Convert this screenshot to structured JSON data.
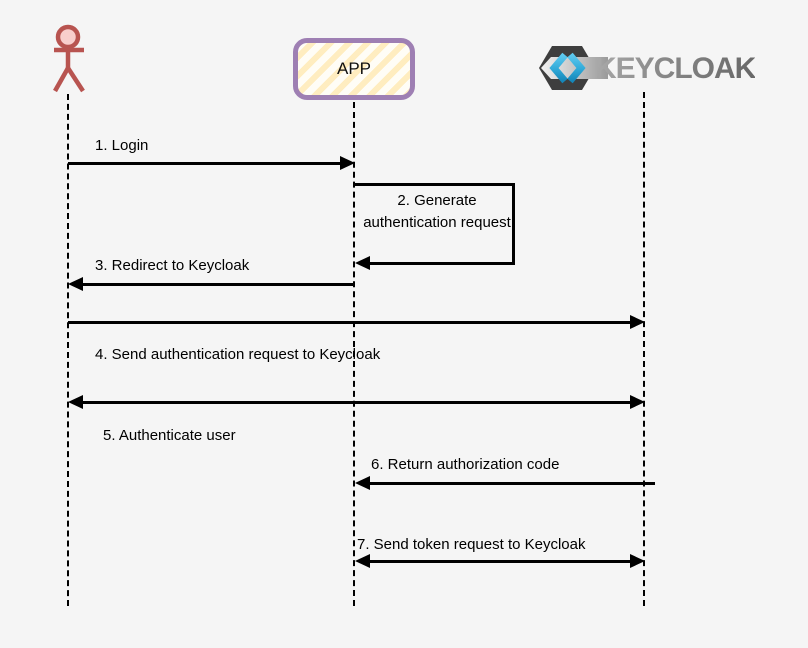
{
  "diagram": {
    "type": "sequence-diagram",
    "background_color": "#f5f5f5",
    "line_color": "#000000",
    "participants": {
      "user": {
        "icon": "stick-figure-actor-icon",
        "color": "#b85450",
        "head_fill": "#f8cecc"
      },
      "app": {
        "label": "APP",
        "border_color": "#9e7fb3",
        "fill_color": "#fffdf6",
        "stripe_color": "#ffedc0"
      },
      "keycloak": {
        "label": "KEYCLOAK",
        "icon": "keycloak-hexagon-icon",
        "hexagon_color": "#3e3e3e",
        "band_color": "#e9e9e9",
        "chevron_blue_light": "#5ec9ef",
        "chevron_blue_dark": "#1586b8",
        "text_color": "#7d7d7d"
      }
    },
    "messages": [
      {
        "num": 1,
        "label": "1. Login",
        "from": "user",
        "to": "app",
        "arrow": "right"
      },
      {
        "num": 2,
        "label": "2. Generate authentication request",
        "from": "app",
        "to": "app",
        "arrow": "self"
      },
      {
        "num": 3,
        "label": "3. Redirect to Keycloak",
        "from": "app",
        "to": "user",
        "arrow": "left"
      },
      {
        "num": 4,
        "label": "4. Send authentication request to Keycloak",
        "from": "user",
        "to": "keycloak",
        "arrow": "right"
      },
      {
        "num": 5,
        "label": "5. Authenticate user",
        "from": "user",
        "to": "keycloak",
        "arrow": "both"
      },
      {
        "num": 6,
        "label": "6. Return authorization code",
        "from": "keycloak",
        "to": "app",
        "arrow": "left"
      },
      {
        "num": 7,
        "label": "7. Send token request to Keycloak",
        "from": "app",
        "to": "keycloak",
        "arrow": "both"
      }
    ]
  }
}
